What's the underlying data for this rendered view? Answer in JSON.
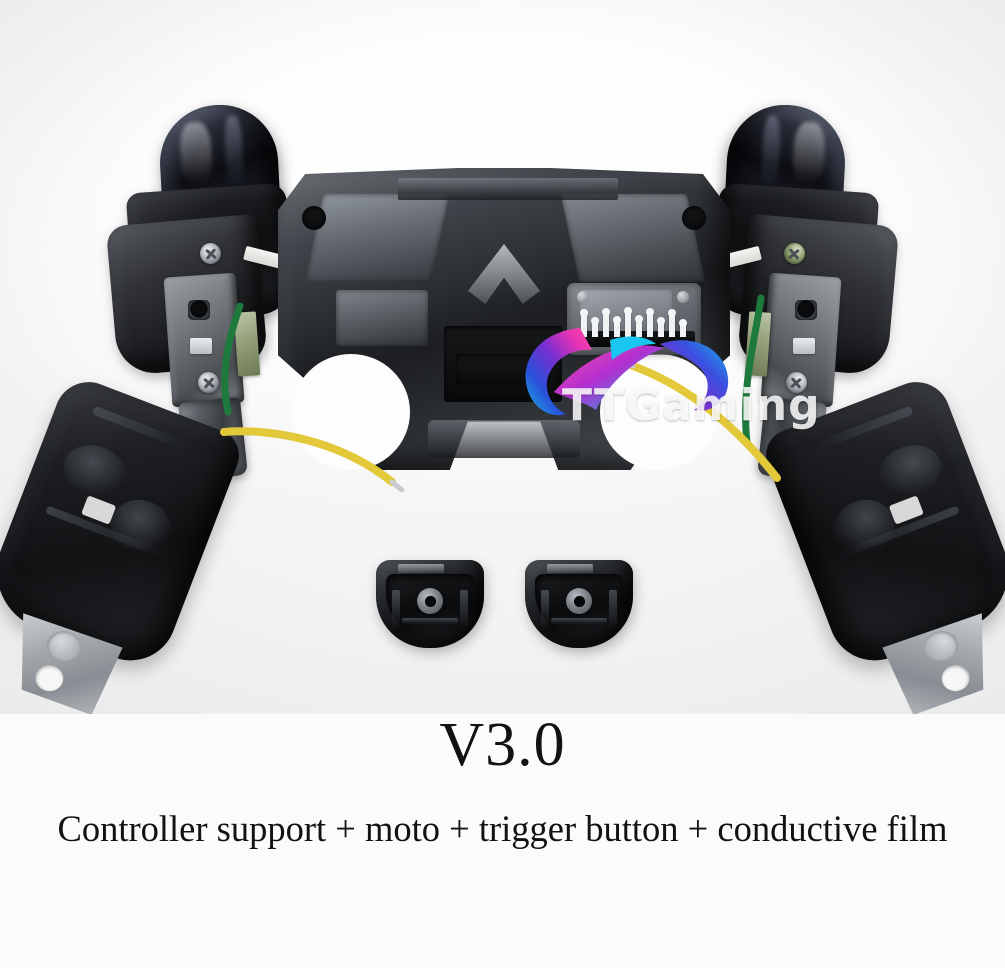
{
  "image": {
    "subject": "Disassembled game controller replacement parts kit",
    "background_color": "#fbfbfb"
  },
  "watermark": {
    "brand_text": "TTGaming",
    "logo_name": "ttgaming-swirl-logo",
    "gradient_colors": [
      "#18b5e8",
      "#2a4fd8",
      "#7a2fd0",
      "#e832b4",
      "#ff4ea8"
    ]
  },
  "labels": {
    "version": "V3.0",
    "caption": "Controller support + moto + trigger button + conductive film"
  },
  "parts": [
    {
      "name": "left-grip-assembly",
      "label": "Controller support (left)"
    },
    {
      "name": "right-grip-assembly",
      "label": "Controller support (right)"
    },
    {
      "name": "center-chassis",
      "label": "Controller support frame"
    },
    {
      "name": "conductive-film",
      "label": "conductive film"
    },
    {
      "name": "trigger-button-left",
      "label": "trigger button"
    },
    {
      "name": "trigger-button-right",
      "label": "trigger button"
    },
    {
      "name": "vibration-motor-left",
      "label": "moto"
    },
    {
      "name": "vibration-motor-right",
      "label": "moto"
    }
  ],
  "wires": [
    {
      "name": "green-wire-left",
      "color": "#1d7a3c"
    },
    {
      "name": "yellow-wire-left",
      "color": "#e3c93a"
    },
    {
      "name": "green-wire-right",
      "color": "#1d7a3c"
    },
    {
      "name": "yellow-wire-right",
      "color": "#e3c93a"
    }
  ],
  "colors": {
    "plastic_black": "#17191c",
    "metal_gray": "#9aa0a5",
    "wire_green": "#1d7a3c",
    "wire_yellow": "#e3c93a",
    "text": "#121212"
  }
}
